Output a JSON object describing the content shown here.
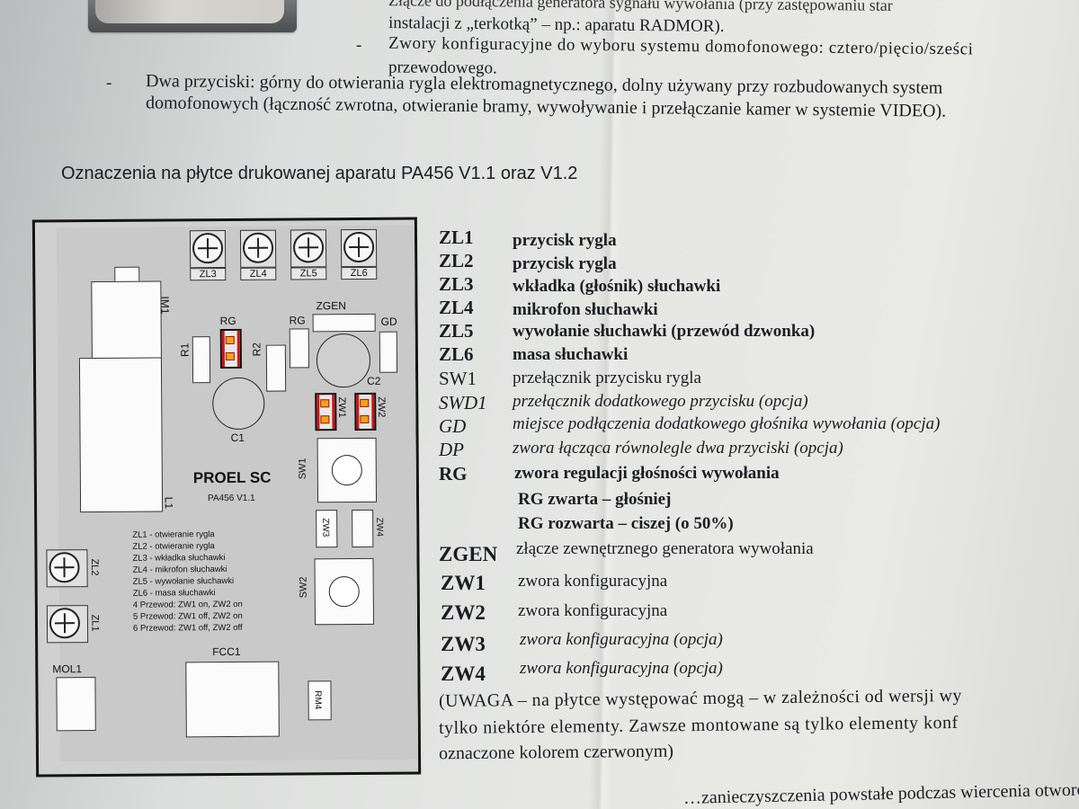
{
  "intro": {
    "line0": "Złącze do podłączenia generatora sygnału wywołania (przy zastępowaniu star",
    "line1": "instalacji z „terkotką” – np.: aparatu RADMOR).",
    "bullet": "-",
    "line2": "Zwory konfiguracyjne do wyboru systemu domofonowego: cztero/pięcio/sześci",
    "line3": "przewodowego.",
    "line4": "Dwa przyciski: górny do otwierania rygla elektromagnetycznego, dolny używany przy rozbudowanych system",
    "line5": "domofonowych (łączność zwrotna, otwieranie bramy, wywoływanie i przełączanie kamer w systemie VIDEO)."
  },
  "heading": "Oznaczenia na płytce drukowanej aparatu PA456 V1.1 oraz V1.2",
  "board": {
    "terminals_top": [
      "ZL3",
      "ZL4",
      "ZL5",
      "ZL6"
    ],
    "terminals_left": [
      "ZL2",
      "ZL1"
    ],
    "im1": "IM1",
    "l1": "L1",
    "rg1": "RG",
    "rg2": "RG",
    "zgen": "ZGEN",
    "gd": "GD",
    "r1": "R1",
    "r2": "R2",
    "c1": "C1",
    "c2": "C2",
    "zw1": "ZW1",
    "zw2": "ZW2",
    "zw3": "ZW3",
    "zw4": "ZW4",
    "sw1": "SW1",
    "sw2": "SW2",
    "brand": "PROEL SC",
    "model": "PA456 V1.1",
    "fcc1": "FCC1",
    "mol1": "MOL1",
    "rm4": "RM4",
    "notes": [
      "ZL1 - otwieranie rygla",
      "ZL2 - otwieranie rygla",
      "ZL3 - wkładka słuchawki",
      "ZL4 - mikrofon słuchawki",
      "ZL5 - wywołanie słuchawki",
      "ZL6 - masa słuchawki",
      "4 Przewod: ZW1 on, ZW2 on",
      "5 Przewod: ZW1 off, ZW2 on",
      "6 Przewod: ZW1 off, ZW2 off"
    ]
  },
  "legend": [
    {
      "code": "ZL1",
      "desc": "przycisk rygla"
    },
    {
      "code": "ZL2",
      "desc": "przycisk rygla"
    },
    {
      "code": "ZL3",
      "desc": "wkładka (głośnik) słuchawki"
    },
    {
      "code": "ZL4",
      "desc": "mikrofon słuchawki"
    },
    {
      "code": "ZL5",
      "desc": "wywołanie słuchawki (przewód dzwonka)"
    },
    {
      "code": "ZL6",
      "desc": "masa słuchawki"
    },
    {
      "code": "SW1",
      "desc": "przełącznik przycisku rygla"
    },
    {
      "code": "SWD1",
      "desc": "przełącznik dodatkowego przycisku (opcja)"
    },
    {
      "code": "GD",
      "desc": "miejsce podłączenia dodatkowego głośnika wywołania (opcja)"
    },
    {
      "code": "DP",
      "desc": "zwora łącząca równolegle dwa przyciski (opcja)"
    },
    {
      "code": "RG",
      "desc": "zwora regulacji głośności wywołania"
    },
    {
      "code": "",
      "desc": "RG zwarta – głośniej"
    },
    {
      "code": "",
      "desc": "RG rozwarta – ciszej (o 50%)"
    },
    {
      "code": "ZGEN",
      "desc": "złącze zewnętrznego generatora wywołania"
    },
    {
      "code": "ZW1",
      "desc": "zwora konfiguracyjna"
    },
    {
      "code": "ZW2",
      "desc": "zwora konfiguracyjna"
    },
    {
      "code": "ZW3",
      "desc": "zwora konfiguracyjna (opcja)"
    },
    {
      "code": "ZW4",
      "desc": "zwora konfiguracyjna (opcja)"
    }
  ],
  "note": {
    "line1": "(UWAGA – na płytce występować mogą – w zależności od wersji wy",
    "line2": "tylko niektóre elementy. Zawsze montowane są tylko elementy konf",
    "line3": "oznaczone kolorem czerwonym)"
  },
  "footer": {
    "line": "…zanieczyszczenia powstałe podczas wiercenia otworó…"
  }
}
